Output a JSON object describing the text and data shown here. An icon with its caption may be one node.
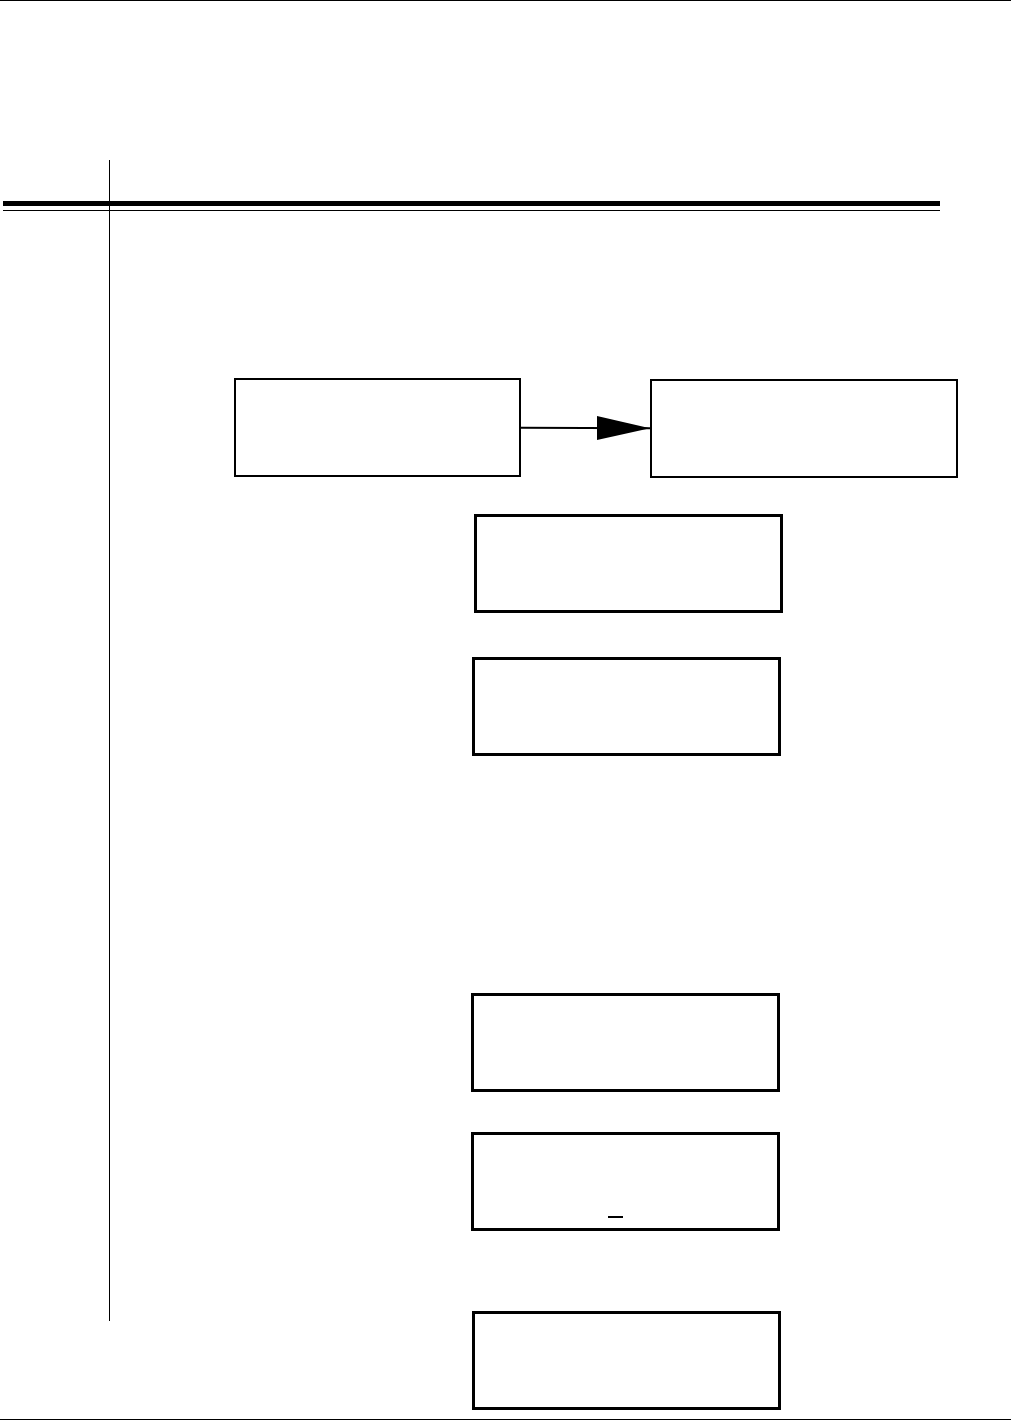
{
  "diagram": {
    "nodes": [
      {
        "text": [],
        "shape": "box"
      },
      {
        "text": [],
        "shape": "box"
      },
      {
        "text": [],
        "shape": "box"
      },
      {
        "text": [],
        "shape": "box"
      },
      {
        "text": [],
        "shape": "box"
      },
      {
        "text": [],
        "shape": "box"
      },
      {
        "text": [],
        "shape": "box"
      }
    ],
    "edges": [
      {
        "from": 0,
        "to": 1,
        "arrow": "to"
      }
    ]
  }
}
